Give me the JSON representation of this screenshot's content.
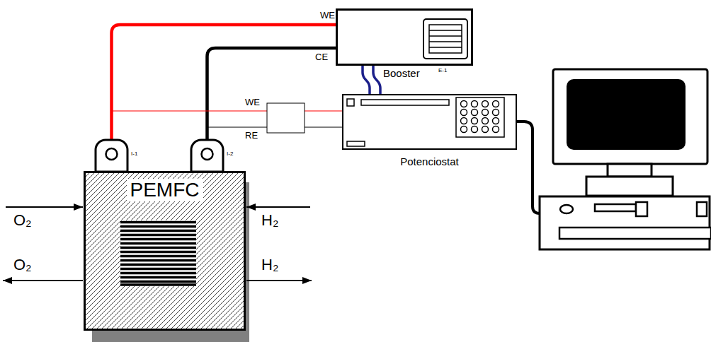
{
  "diagram": {
    "nodes": [
      {
        "text": [
          "PEMFC"
        ]
      },
      {
        "text": [
          "Booster"
        ]
      },
      {
        "text": [
          "Potenciostat"
        ]
      }
    ],
    "edges": [
      {
        "from": 0,
        "to": 1,
        "arrow": "none",
        "label": "WE"
      },
      {
        "from": 0,
        "to": 1,
        "arrow": "none",
        "label": "CE"
      },
      {
        "from": 0,
        "to": 2,
        "arrow": "none",
        "label": "WE"
      },
      {
        "from": 0,
        "to": 2,
        "arrow": "none",
        "label": "RE"
      },
      {
        "from": 1,
        "to": 2,
        "arrow": "none"
      },
      {
        "from": 1,
        "to": 2,
        "arrow": "none"
      }
    ],
    "labels": [
      "I-1",
      "I-2",
      "E-1",
      "O₂",
      "H₂",
      "O₂",
      "H₂"
    ]
  }
}
